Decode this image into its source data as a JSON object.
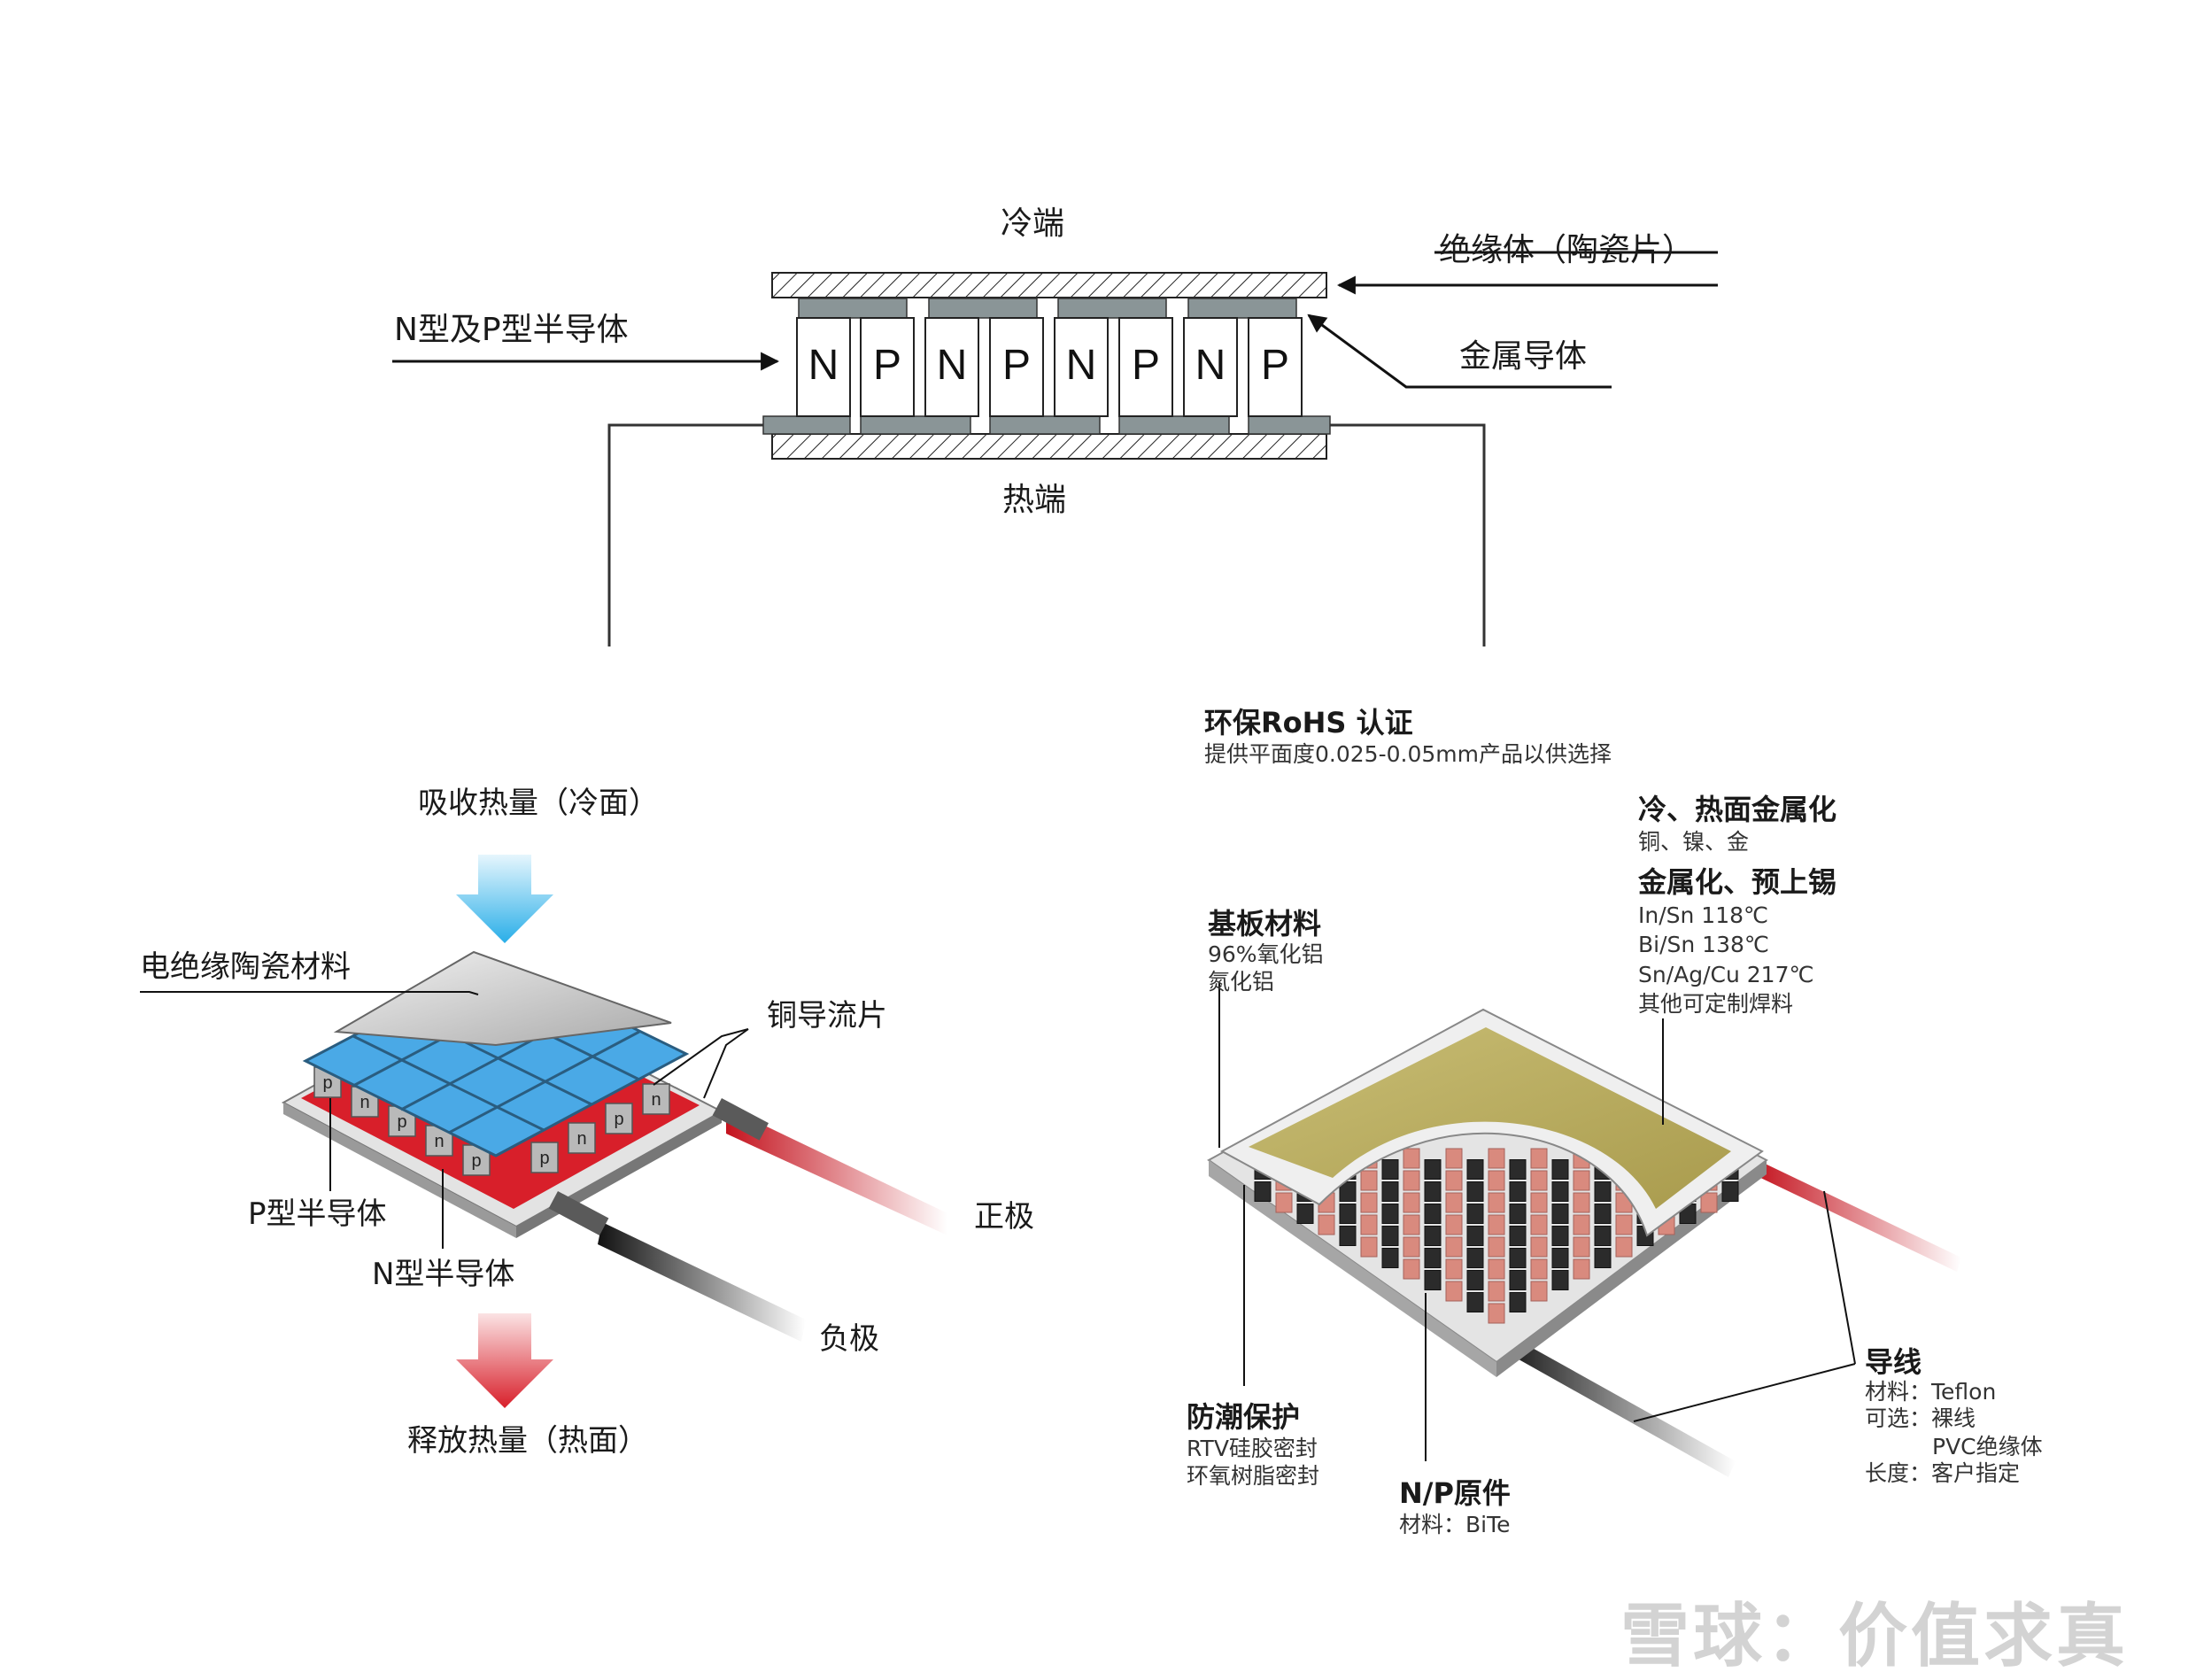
{
  "top": {
    "cold_end": "冷端",
    "hot_end": "热端",
    "insulator": "绝缘体（陶瓷片）",
    "metal_conductor": "金属导体",
    "semiconductor": "N型及P型半导体",
    "legs": [
      "N",
      "P",
      "N",
      "P",
      "N",
      "P",
      "N",
      "P"
    ]
  },
  "left": {
    "absorb_heat": "吸收热量（冷面）",
    "ceramic": "电绝缘陶瓷材料",
    "copper": "铜导流片",
    "p_type": "P型半导体",
    "n_type": "N型半导体",
    "positive": "正极",
    "negative": "负极",
    "release_heat": "释放热量（热面）",
    "pellet_letters": [
      "p",
      "n",
      "p",
      "n",
      "p",
      "p",
      "n",
      "p",
      "n"
    ]
  },
  "right": {
    "rohs_title": "环保RoHS 认证",
    "rohs_sub": "提供平面度0.025-0.05mm产品以供选择",
    "metallize_title": "冷、热面金属化",
    "metallize_sub": "铜、镍、金",
    "tin_title": "金属化、预上锡",
    "tin_lines": [
      "In/Sn  118℃",
      "Bi/Sn  138℃",
      "Sn/Ag/Cu  217℃",
      "其他可定制焊料"
    ],
    "substrate_title": "基板材料",
    "substrate_lines": [
      "96%氧化铝",
      "氮化铝"
    ],
    "moisture_title": "防潮保护",
    "moisture_lines": [
      "RTV硅胶密封",
      "环氧树脂密封"
    ],
    "np_title": "N/P原件",
    "np_line": "材料：BiTe",
    "wire_title": "导线",
    "wire_lines": [
      "材料：Teflon",
      "可选：裸线",
      "PVC绝缘体",
      "长度：客户指定"
    ]
  },
  "watermark": "雪球：价值求真",
  "colors": {
    "ceramic_gray": "#d8d8d8",
    "metal_gray": "#8a9597",
    "cold_blue": "#3bb6ee",
    "hot_red": "#d81f2a",
    "copper_blue": "#4aa9e6",
    "gold_face": "#bdb163",
    "pellet_pink": "#d98a7e"
  }
}
